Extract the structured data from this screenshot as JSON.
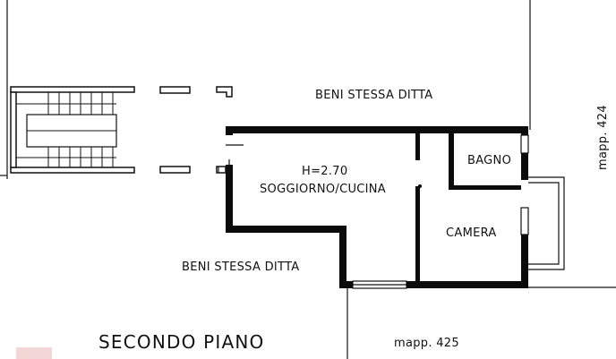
{
  "plan": {
    "stroke_color": "#111111",
    "wall_fill": "#0b0b0b",
    "background": "#ffffff",
    "watermark_color": "#f3d6d6"
  },
  "labels": {
    "beni_top": "BENI STESSA DITTA",
    "beni_bottom": "BENI STESSA DITTA",
    "height": "H=2.70",
    "living": "SOGGIORNO/CUCINA",
    "bath": "BAGNO",
    "bedroom": "CAMERA",
    "mapp_right": "mapp. 424",
    "mapp_bottom": "mapp. 425",
    "floor": "SECONDO PIANO"
  }
}
